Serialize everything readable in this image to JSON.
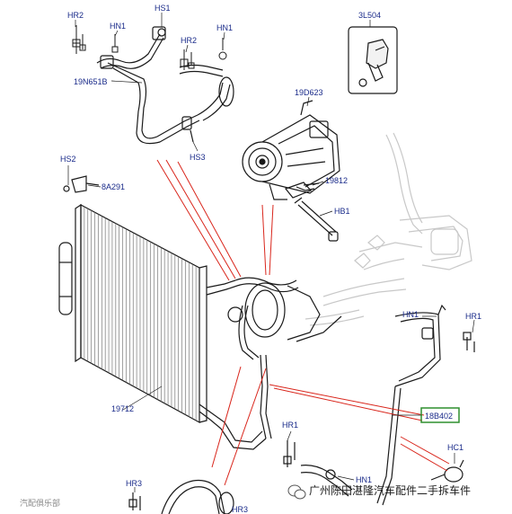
{
  "labels": {
    "hr2_a": "HR2",
    "hs1": "HS1",
    "hn1_a": "HN1",
    "hr2_b": "HR2",
    "hn1_b": "HN1",
    "p19n651b": "19N651B",
    "hs3": "HS3",
    "p3l504": "3L504",
    "p19d623": "19D623",
    "hs2": "HS2",
    "p8a291": "8A291",
    "p19812": "19812",
    "hb1": "HB1",
    "hn1_c": "HN1",
    "hr1_a": "HR1",
    "p19712": "19712",
    "p18b402": "18B402",
    "hr1_b": "HR1",
    "hc1": "HC1",
    "hn1_d": "HN1",
    "hr3_a": "HR3",
    "hr3_b": "HR3"
  },
  "watermark": {
    "main": "广州陈田湛隆汽车配件二手拆车件",
    "left": "汽配俱乐部"
  },
  "colors": {
    "line": "#1a1a1a",
    "label": "#1a2b8a",
    "leader": "#d9261c",
    "highlight_box": "#2f8f2f"
  }
}
